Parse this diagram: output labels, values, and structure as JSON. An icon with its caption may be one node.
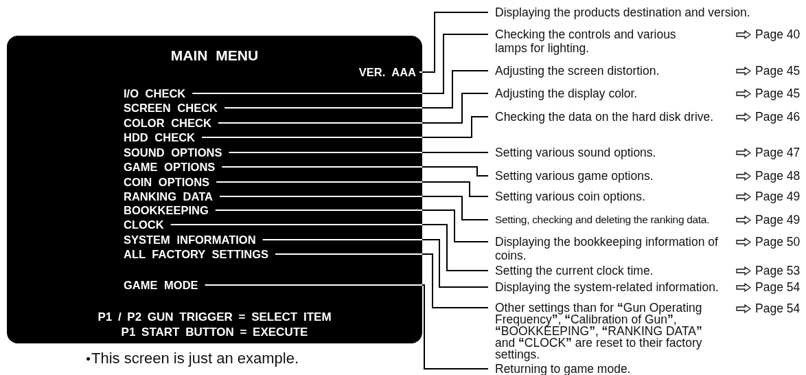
{
  "diagram": {
    "nodes": [
      {
        "text": [
          "MAIN MENU",
          "P1 / P2 GUN TRIGGER = SELECT ITEM",
          "P1 START BUTTON = EXECUTE"
        ],
        "beside": [
          "This screen is just an example."
        ]
      },
      {
        "text": [
          "VER. AAA"
        ],
        "in": 0
      },
      {
        "text": [
          "I/O CHECK"
        ],
        "in": 0
      },
      {
        "text": [
          "SCREEN CHECK"
        ],
        "in": 0
      },
      {
        "text": [
          "COLOR CHECK"
        ],
        "in": 0
      },
      {
        "text": [
          "HDD CHECK"
        ],
        "in": 0
      },
      {
        "text": [
          "SOUND OPTIONS"
        ],
        "in": 0
      },
      {
        "text": [
          "GAME OPTIONS"
        ],
        "in": 0
      },
      {
        "text": [
          "COIN OPTIONS"
        ],
        "in": 0
      },
      {
        "text": [
          "RANKING DATA"
        ],
        "in": 0
      },
      {
        "text": [
          "BOOKKEEPING"
        ],
        "in": 0
      },
      {
        "text": [
          "CLOCK"
        ],
        "in": 0
      },
      {
        "text": [
          "SYSTEM INFORMATION"
        ],
        "in": 0
      },
      {
        "text": [
          "ALL FACTORY SETTINGS"
        ],
        "in": 0
      },
      {
        "text": [
          "GAME MODE"
        ],
        "in": 0
      },
      {
        "text": [
          "Displaying the products destination and version."
        ]
      },
      {
        "text": [
          "Checking the controls and various lamps for lighting."
        ]
      },
      {
        "text": [
          "Adjusting the screen distortion."
        ]
      },
      {
        "text": [
          "Adjusting the display color."
        ]
      },
      {
        "text": [
          "Checking the data on the hard disk drive."
        ]
      },
      {
        "text": [
          "Setting various sound options."
        ]
      },
      {
        "text": [
          "Setting various game options."
        ]
      },
      {
        "text": [
          "Setting various coin options."
        ]
      },
      {
        "text": [
          "Setting, checking and deleting the ranking data."
        ]
      },
      {
        "text": [
          "Displaying the bookkeeping information of coins."
        ]
      },
      {
        "text": [
          "Setting the current clock time."
        ]
      },
      {
        "text": [
          "Displaying the system-related information."
        ]
      },
      {
        "text": [
          "Other settings than for **“**Gun Operating Frequency**”**, **“**Calibration of Gun**”**, **“**BOOKKEEPING**”**, **“**RANKING DATA**”** and **“**CLOCK**”** are reset to their factory settings."
        ]
      },
      {
        "text": [
          "Returning to game mode."
        ]
      }
    ],
    "edges": [
      {
        "from": 1,
        "to": 15,
        "arrow": "none"
      },
      {
        "from": 2,
        "to": 16,
        "arrow": "none"
      },
      {
        "from": 3,
        "to": 17,
        "arrow": "none"
      },
      {
        "from": 4,
        "to": 18,
        "arrow": "none"
      },
      {
        "from": 5,
        "to": 19,
        "arrow": "none"
      },
      {
        "from": 6,
        "to": 20,
        "arrow": "none"
      },
      {
        "from": 7,
        "to": 21,
        "arrow": "none"
      },
      {
        "from": 8,
        "to": 22,
        "arrow": "none"
      },
      {
        "from": 9,
        "to": 23,
        "arrow": "none"
      },
      {
        "from": 10,
        "to": 24,
        "arrow": "none"
      },
      {
        "from": 11,
        "to": 25,
        "arrow": "none"
      },
      {
        "from": 12,
        "to": 26,
        "arrow": "none"
      },
      {
        "from": 13,
        "to": 27,
        "arrow": "none"
      },
      {
        "from": 14,
        "to": 28,
        "arrow": "none"
      }
    ],
    "labels": [
      "Page 40",
      "Page 45",
      "Page 45",
      "Page 46",
      "Page 47",
      "Page 48",
      "Page 49",
      "Page 49",
      "Page 50",
      "Page 53",
      "Page 54",
      "Page 54"
    ]
  }
}
